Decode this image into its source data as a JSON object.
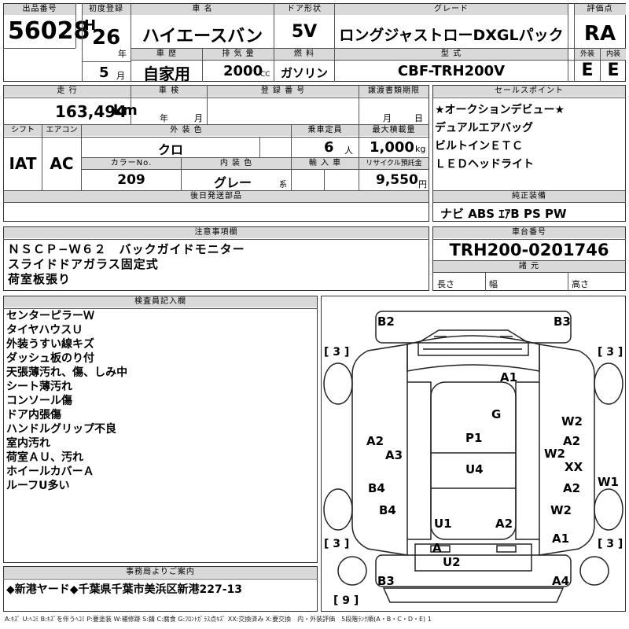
{
  "row1": {
    "headers": {
      "lot_no": "出品番号",
      "first_reg": "初度登録",
      "car_name": "車 名",
      "door": "ドア形状",
      "grade": "グレード",
      "score": "評価点"
    },
    "lot_no": "56028",
    "era": "H",
    "year": "26",
    "year_unit": "年",
    "car_name": "ハイエースバン",
    "door": "5V",
    "grade": "ロングジャストローDXGLパック",
    "score": "RA"
  },
  "row2": {
    "headers": {
      "history": "車 歴",
      "displacement": "排 気 量",
      "fuel": "燃 料",
      "model": "型 式",
      "ext_score": "外装",
      "int_score": "内装"
    },
    "month": "5",
    "month_unit": "月",
    "history": "自家用",
    "displacement": "2000",
    "cc_unit": "CC",
    "fuel": "ガソリン",
    "model": "CBF-TRH200V",
    "ext_score": "E",
    "int_score": "E"
  },
  "row3": {
    "headers": {
      "mileage": "走 行",
      "inspection": "車 検",
      "reg_no": "登 録 番 号",
      "transfer": "譲渡書類期限",
      "sales": "セールスポイント"
    },
    "mileage": "163,494",
    "km_unit": "km",
    "insp_year": "年",
    "insp_month": "月",
    "transfer_month": "月",
    "transfer_day": "日",
    "sales_points": [
      "★オークションデビュー★",
      "デュアルエアバッグ",
      "ビルトインＥＴＣ",
      "ＬＥＤヘッドライト"
    ]
  },
  "row4": {
    "headers": {
      "shift": "シフト",
      "ac": "エアコン",
      "ext_color": "外 装 色",
      "capacity": "乗車定員",
      "max_load": "最大積載量",
      "color_no": "カラーNo.",
      "int_color": "内 装 色",
      "import": "輸 入 車",
      "recycle": "リサイクル預託金"
    },
    "shift": "IAT",
    "ac": "AC",
    "ext_color": "クロ",
    "capacity": "6",
    "capacity_unit": "人",
    "max_load": "1,000",
    "load_unit": "kg",
    "color_no": "209",
    "int_color": "グレー",
    "int_suffix": "系",
    "recycle": "9,550",
    "recycle_unit": "円"
  },
  "later_parts": {
    "header": "後日発送部品",
    "value": ""
  },
  "genuine": {
    "header": "純正装備",
    "value": "ナビ ABS ｴｱB PS PW"
  },
  "notes": {
    "header": "注意事項欄",
    "lines": [
      "ＮＳＣＰ−Ｗ６２　バックガイドモニター",
      "スライドドアガラス固定式",
      "荷室板張り"
    ]
  },
  "chassis": {
    "header": "車台番号",
    "value": "TRH200-0201746",
    "spec_header": "諸 元",
    "length": "長さ",
    "width": "幅",
    "height": "高さ"
  },
  "inspector": {
    "header": "検査員記入欄",
    "lines": [
      "センターピラーＷ",
      "タイヤハウスＵ",
      "外装うすい線キズ",
      "ダッシュ板のり付",
      "天張薄汚れ、傷、しみ中",
      "シート薄汚れ",
      "コンソール傷",
      "ドア内張傷",
      "ハンドルグリップ不良",
      "室内汚れ",
      "荷室ＡＵ、汚れ",
      "ホイールカバーＡ",
      "ルーフU多い"
    ]
  },
  "diagram": {
    "tires": [
      "[ 3 ]",
      "[ 3 ]",
      "[ 3 ]",
      "[ 3 ]",
      "[ 9 ]"
    ],
    "labels": [
      "B2",
      "B3",
      "A1",
      "G",
      "P1",
      "U4",
      "A2",
      "A3",
      "B4",
      "B4",
      "U1",
      "A2",
      "A",
      "U2",
      "B3",
      "A4",
      "W2",
      "A2",
      "W2",
      "XX",
      "A2",
      "W1",
      "W2",
      "A1"
    ]
  },
  "office": {
    "header": "事務局よりご案内",
    "value": "◆新港ヤード◆千葉県千葉市美浜区新港227-13"
  },
  "footer": "A:ｷｽﾞ U:ﾍｺﾐ B:ｷｽﾞを伴うﾍｺﾐ P:要塗装 W:補修跡 S:錆 C:腐食 G:ﾌﾛﾝﾄｶﾞﾗｽ点ｷｽﾞ XX:交換済み X:要交換　内・外装評価　5段階ﾗﾝｸ順(A・B・C・D・E) 1"
}
